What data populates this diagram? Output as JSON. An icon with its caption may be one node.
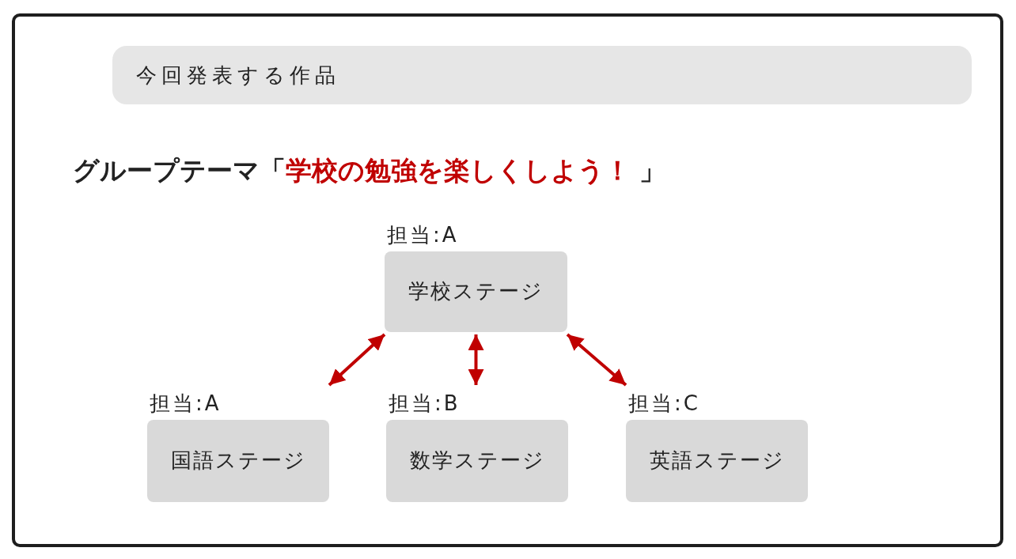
{
  "diagram": {
    "title": "グループテーマ「**学校の勉強を楽しくしよう！** 」",
    "nodes": [
      {
        "text": [
          "今回発表する作品"
        ]
      },
      {
        "text": [
          "学校ステージ"
        ],
        "beside": [
          "担当:A"
        ]
      },
      {
        "text": [
          "国語ステージ"
        ],
        "beside": [
          "担当:A"
        ]
      },
      {
        "text": [
          "数学ステージ"
        ],
        "beside": [
          "担当:B"
        ]
      },
      {
        "text": [
          "英語ステージ"
        ],
        "beside": [
          "担当:C"
        ]
      }
    ],
    "edges": [
      {
        "from": 1,
        "to": 2,
        "arrow": "both"
      },
      {
        "from": 1,
        "to": 3,
        "arrow": "both"
      },
      {
        "from": 1,
        "to": 4,
        "arrow": "both"
      }
    ]
  }
}
